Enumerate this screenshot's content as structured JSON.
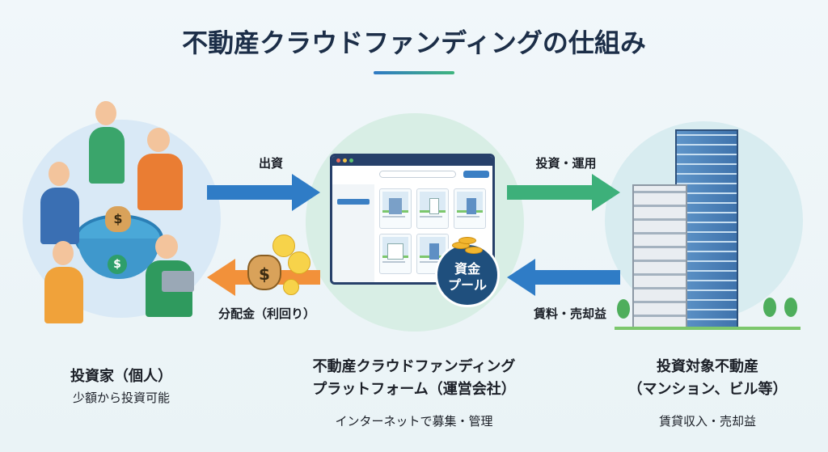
{
  "title": "不動産クラウドファンディングの仕組み",
  "flows": {
    "invest": "出資",
    "operate": "投資・運用",
    "dividend": "分配金（利回り）",
    "income": "賃料・売却益"
  },
  "pool": {
    "line1": "資金",
    "line2": "プール"
  },
  "investor": {
    "title": "投資家（個人）",
    "subtitle": "少額から投資可能"
  },
  "platform": {
    "title_line1": "不動産クラウドファンディング",
    "title_line2": "プラットフォーム（運営会社）",
    "subtitle": "インターネットで募集・管理"
  },
  "property": {
    "title_line1": "投資対象不動産",
    "title_line2": "（マンション、ビル等）",
    "subtitle": "賃貸収入・売却益"
  },
  "colors": {
    "invest_arrow": "#2f7cc6",
    "operate_arrow": "#3db07a",
    "dividend_arrow": "#f2913a",
    "income_arrow": "#2f7cc6",
    "pool": "#1f4f7d"
  }
}
